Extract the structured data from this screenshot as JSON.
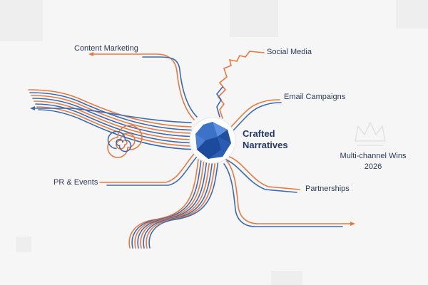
{
  "center": {
    "title_line1": "Crafted",
    "title_line2": "Narratives"
  },
  "branches": {
    "content_marketing": "Content Marketing",
    "social_media": "Social Media",
    "email_campaigns": "Email Campaigns",
    "pr_events": "PR & Events",
    "partnerships": "Partnerships"
  },
  "tagline": {
    "line1": "Multi-channel Wins",
    "line2": "2026"
  },
  "colors": {
    "orange": "#e8793d",
    "blue": "#3a6bb5",
    "gem_dark": "#1c4a9c",
    "gem_light": "#4a7fd3",
    "text": "#2b3a55"
  },
  "icons": [
    "gem-icon",
    "crown-icon",
    "spiral-icon"
  ]
}
